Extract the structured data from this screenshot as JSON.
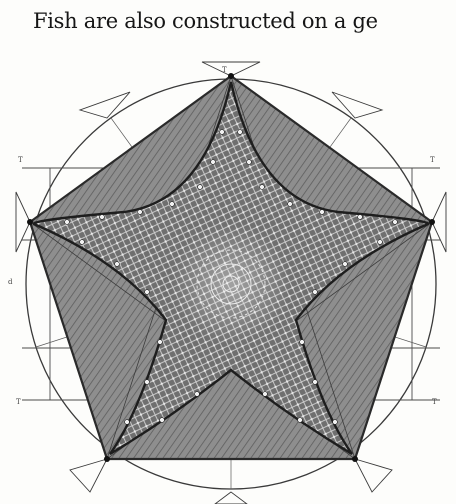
{
  "page": {
    "caption": "Fish are also constructed on a ge"
  },
  "figure": {
    "subject": "starfish",
    "construction_lines": [
      "circle",
      "pentagon",
      "five-pointed star",
      "radial lines"
    ],
    "ink_color": "#2a2a2a",
    "shade_color": "#9a9a9a",
    "paper_color": "#fdfdfb",
    "margin_marks": [
      "T",
      "T",
      "T",
      "T",
      "T",
      "d"
    ]
  }
}
